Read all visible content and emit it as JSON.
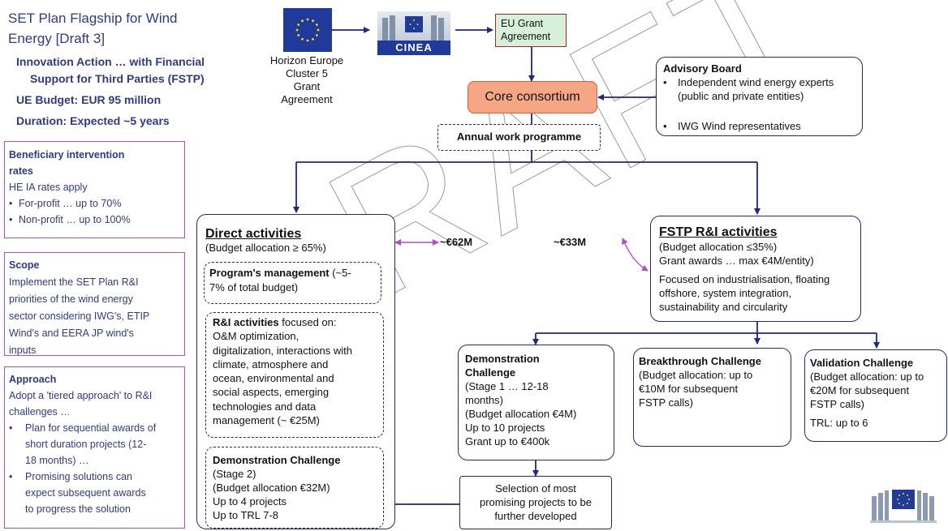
{
  "title": {
    "line1": "SET Plan Flagship for Wind",
    "line2": "Energy [Draft 3]"
  },
  "summary": [
    "Innovation Action … with Financial",
    "Support for Third Parties (FSTP)",
    "UE Budget: EUR 95 million",
    "Duration: Expected ~5 years"
  ],
  "side_boxes": {
    "rates": {
      "heading1": "Beneficiary intervention",
      "heading2": "rates",
      "intro": "HE IA rates apply",
      "items": [
        "For-profit … up to 70%",
        "Non-profit … up to 100%"
      ]
    },
    "scope": {
      "heading": "Scope",
      "lines": [
        "Implement the SET Plan R&I",
        "priorities of the wind energy",
        "sector considering IWG's, ETIP",
        "Wind's and EERA JP wind's",
        "inputs"
      ]
    },
    "approach": {
      "heading": "Approach",
      "intro1": "Adopt a 'tiered approach' to R&I",
      "intro2": "challenges …",
      "item1": [
        "Plan for sequential awards of",
        "short duration projects (12-",
        "18 months) …"
      ],
      "item2": [
        "Promising solutions can",
        "expect subsequent awards",
        "to progress the solution"
      ]
    }
  },
  "funding": {
    "eu_logo_alt": "EU flag",
    "cinea_label": "CINEA",
    "horizon_lines": [
      "Horizon Europe",
      "Cluster 5",
      "Grant",
      "Agreement"
    ],
    "grant_lines": [
      "EU Grant",
      "Agreement"
    ]
  },
  "core_consortium": "Core consortium",
  "annual_work_programme": "Annual work programme",
  "advisory_board": {
    "heading": "Advisory Board",
    "item1": [
      "Independent wind energy experts",
      "(public and private entities)"
    ],
    "item2": "IWG Wind representatives"
  },
  "direct": {
    "heading": "Direct activities",
    "budget": "(Budget allocation ≥ 65%)",
    "mgmt_bold": "Program's management",
    "mgmt_rest1": " (~5-",
    "mgmt_rest2": "7% of total budget)",
    "ri_bold": "R&I activities",
    "ri_rest": " focused on:",
    "ri_lines": [
      "O&M optimization,",
      "digitalization, interactions with",
      "climate, atmosphere and",
      "ocean, environmental and",
      "social aspects, emerging",
      "technologies and data",
      "management (~ €25M)"
    ],
    "demo_heading": "Demonstration Challenge",
    "demo_lines": [
      "(Stage 2)",
      "(Budget allocation €32M)",
      "Up to 4 projects",
      "Up to TRL 7-8"
    ]
  },
  "splits": {
    "left": "~€62M",
    "right": "~€33M"
  },
  "fstp": {
    "heading": "FSTP R&I activities",
    "lines1": [
      "(Budget allocation ≤35%)",
      "Grant awards … max €4M/entity)"
    ],
    "lines2": [
      "Focused on industrialisation, floating",
      "offshore, system integration,",
      "sustainability and circularity"
    ]
  },
  "demo_stage1": {
    "heading": [
      "Demonstration",
      "Challenge"
    ],
    "lines": [
      "(Stage 1 … 12-18",
      "months)",
      "(Budget allocation €4M)",
      "Up to 10 projects",
      "Grant up to €400k"
    ]
  },
  "breakthrough": {
    "heading": "Breakthrough Challenge",
    "lines": [
      "(Budget allocation: up to",
      "€10M for subsequent",
      "FSTP calls)"
    ]
  },
  "validation": {
    "heading": "Validation Challenge",
    "lines": [
      "(Budget allocation: up to",
      "€20M for subsequent",
      "FSTP calls)"
    ],
    "trl": "TRL: up to 6"
  },
  "selection": [
    "Selection of most",
    "promising projects to be",
    "further developed"
  ],
  "watermark": "DRAFT",
  "colors": {
    "navy": "#1f2a7a",
    "purple": "#b04fc4",
    "core_fill": "#f6a585",
    "grant_fill": "#d7f0dc",
    "text_blue": "#2f3a84",
    "eu_blue": "#1f3a9a"
  }
}
